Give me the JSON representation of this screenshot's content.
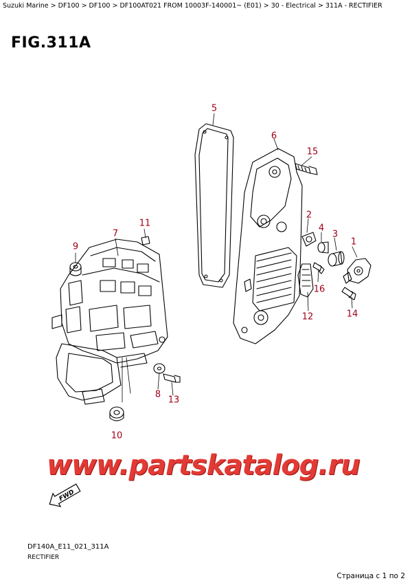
{
  "breadcrumb": "Suzuki Marine > DF100 > DF100 > DF100AT021 FROM 10003F-140001~ (E01) > 30 - Electrical > 311A - RECTIFIER",
  "figure_title": "FIG.311A",
  "watermark": "www.partskatalog.ru",
  "fwd_label": "FWD",
  "doc_code": "DF140A_E11_021_311A",
  "doc_subtitle": "RECTIFIER",
  "page_counter": "Страница с 1 по 2",
  "callouts": [
    "1",
    "2",
    "3",
    "4",
    "5",
    "6",
    "7",
    "8",
    "9",
    "10",
    "11",
    "12",
    "13",
    "14",
    "15",
    "16"
  ],
  "colors": {
    "callout": "#a0001a",
    "watermark": "#e23a35",
    "line": "#000000"
  }
}
